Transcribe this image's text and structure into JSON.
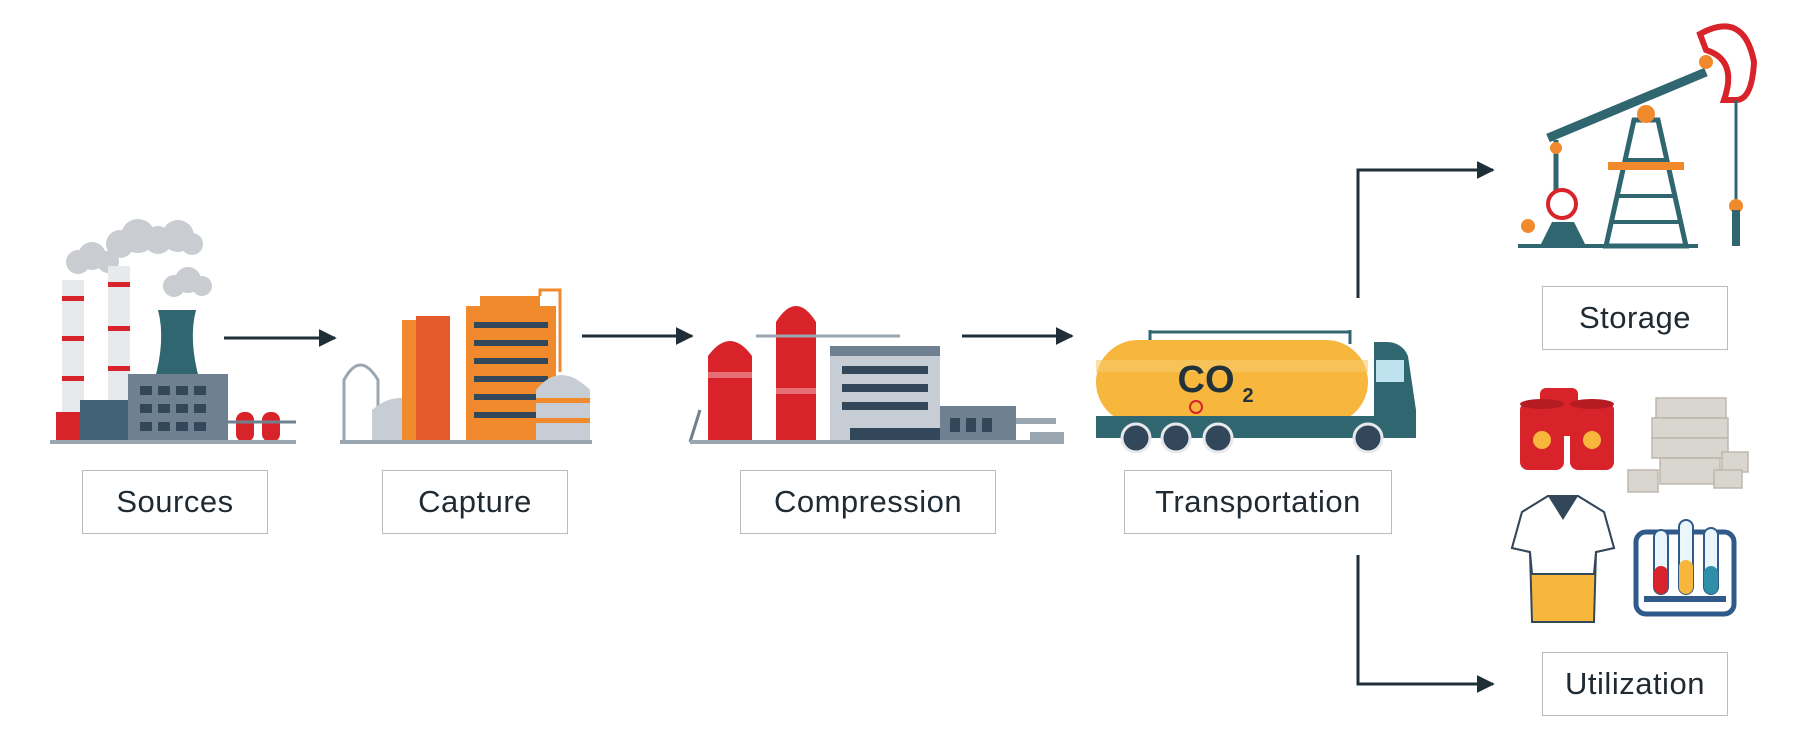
{
  "stages": {
    "sources": "Sources",
    "capture": "Capture",
    "compression": "Compression",
    "transportation": "Transportation",
    "storage": "Storage",
    "utilization": "Utilization"
  },
  "truck": {
    "co": "CO",
    "sub": "2"
  },
  "colors": {
    "arrow": "#1f2f38",
    "red": "#d8232a",
    "orange": "#f08a2c",
    "teal": "#2f6670",
    "slate": "#6f8190",
    "yellow": "#f6b73c",
    "border": "#b7bcc3"
  }
}
